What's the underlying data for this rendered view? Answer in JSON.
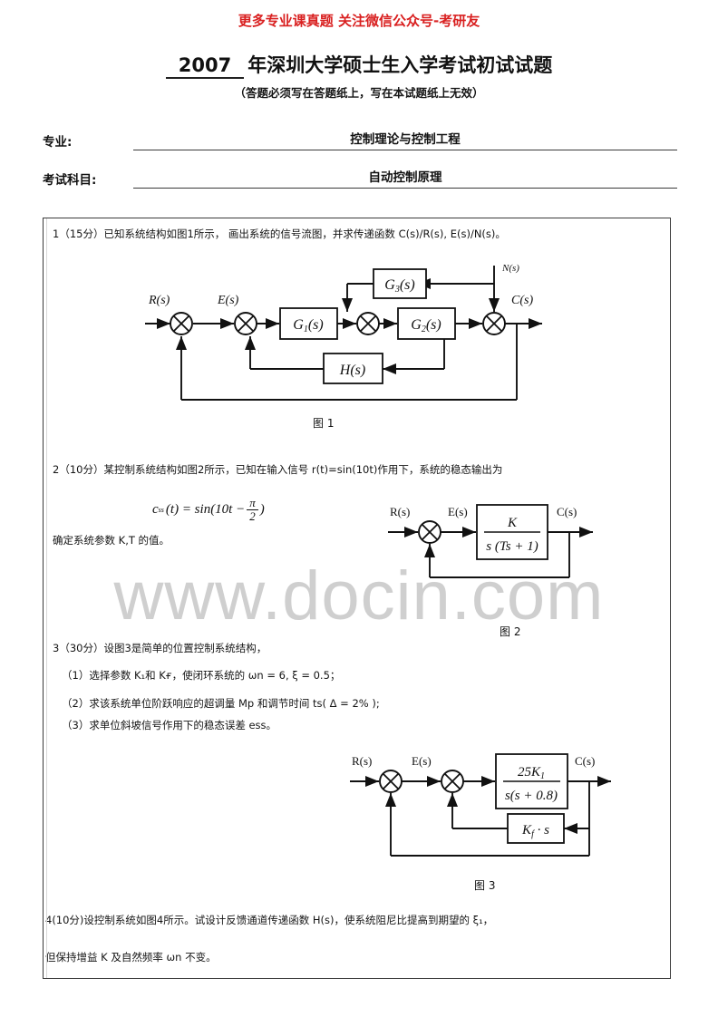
{
  "promo": {
    "text": "更多专业课真题 关注微信公众号-考研友",
    "color": "#d92020"
  },
  "watermark": {
    "text": "www.docin.com",
    "color": "#cfcfcf"
  },
  "header": {
    "year": "2007",
    "title_rest": "年深圳大学硕士生入学考试初试试题",
    "subtitle": "（答题必须写在答题纸上，写在本试题纸上无效）"
  },
  "fields": [
    {
      "label": "专业:",
      "value": "控制理论与控制工程"
    },
    {
      "label": "考试科目:",
      "value": "自动控制原理"
    }
  ],
  "questions": {
    "q1": {
      "text": "1（15分）已知系统结构如图1所示， 画出系统的信号流图，并求传递函数 C(s)/R(s), E(s)/N(s)。"
    },
    "q2": {
      "line1": "2（10分）某控制系统结构如图2所示，已知在输入信号 r(t)=sin(10t)作用下，系统的稳态输出为",
      "formula_lhs": "c",
      "formula_sub": "ss",
      "formula_mid": "(t) = sin(10t −",
      "formula_frac_num": "π",
      "formula_frac_den": "2",
      "formula_close": ")",
      "line3": "确定系统参数 K,T 的值。"
    },
    "q3": {
      "line1": "3（30分）设图3是简单的位置控制系统结构，",
      "item1": "（1）选择参数 K₁和 Kғ，使闭环系统的 ωn = 6, ξ = 0.5；",
      "item2": "（2）求该系统单位阶跃响应的超调量 Mp 和调节时间 ts( Δ = 2% );",
      "item3": "（3）求单位斜坡信号作用下的稳态误差 ess。"
    },
    "q4": {
      "line1": "4(10分)设控制系统如图4所示。试设计反馈通道传递函数 H(s)，使系统阻尼比提高到期望的 ξ₁，",
      "line2": "但保持增益 K 及自然频率 ωn 不变。"
    }
  },
  "figures": {
    "fig1": {
      "caption": "图 1",
      "labels": {
        "input": "R(s)",
        "error": "E(s)",
        "output": "C(s)",
        "disturbance": "N(s)",
        "block_g1": "G₁(s)",
        "block_g2": "G₂(s)",
        "block_g3": "G₃(s)",
        "block_h": "H(s)"
      }
    },
    "fig2": {
      "caption": "图 2",
      "labels": {
        "input": "R(s)",
        "error": "E(s)",
        "output": "C(s)",
        "numerator": "K",
        "denominator": "s (Ts + 1)"
      }
    },
    "fig3": {
      "caption": "图 3",
      "labels": {
        "input": "R(s)",
        "error": "E(s)",
        "output": "C(s)",
        "numerator": "25K₁",
        "denominator": "s(s + 0.8)",
        "feedback_block": "Kғ · s"
      }
    }
  }
}
